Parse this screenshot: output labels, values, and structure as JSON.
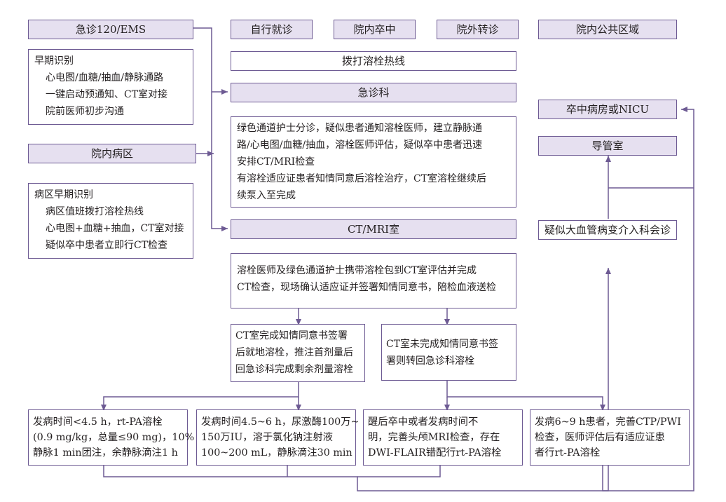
{
  "sources": {
    "ems": "急诊120/EMS",
    "self": "自行就诊",
    "in_stroke": "院内卒中",
    "transfer": "院外转诊",
    "public": "院内公共区域",
    "ward": "院内病区"
  },
  "early_id": {
    "title": "早期识别",
    "items": [
      "心电图/血糖/抽血/静脉通路",
      "一键启动预通知、CT室对接",
      "院前医师初步沟通"
    ]
  },
  "ward_early_id": {
    "title": "病区早期识别",
    "items": [
      "病区值班拨打溶栓热线",
      "心电图+血糖+抽血，CT室对接",
      "疑似卒中患者立即行CT检查"
    ]
  },
  "hotline": "拨打溶栓热线",
  "er": "急诊科",
  "er_detail": [
    "绿色通道护士分诊，疑似患者通知溶栓医师，建立静脉通",
    "路/心电图/血糖/抽血，溶栓医师评估，疑似卒中患者迅速",
    "安排CT/MRI检查",
    "有溶栓适应证患者知情同意后溶栓治疗，CT室溶栓继续后",
    "续泵入至完成"
  ],
  "ct": "CT/MRI室",
  "ct_detail": [
    "溶栓医师及绿色通道护士携带溶栓包到CT室评估并完成",
    "CT检查，现场确认适应证并签署知情同意书，陪检血液送检"
  ],
  "branch_left": [
    "CT室完成知情同意书签署",
    "后就地溶栓，推注首剂量后",
    "回急诊科完成剩余剂量溶栓"
  ],
  "branch_right": [
    "CT室未完成知情同意书签",
    "署则转回急诊科溶栓"
  ],
  "right": {
    "icu": "卒中病房或NICU",
    "cath": "导管室",
    "consult": "疑似大血管病变介入科会诊"
  },
  "bottom": [
    [
      "发病时间<4.5 h，rt-PA溶栓",
      "(0.9 mg/kg，总量≤90 mg)，10%",
      "静脉1 min团注，余静脉滴注1 h"
    ],
    [
      "发病时间4.5~6 h，尿激酶100万~",
      "150万IU，溶于氯化钠注射液",
      "100~200 mL，静脉滴注30 min"
    ],
    [
      "醒后卒中或者发病时间不",
      "明，完善头颅MRI检查，存在",
      "DWI-FLAIR错配行rt-PA溶栓"
    ],
    [
      "发病6~9 h患者，完善CTP/PWI",
      "检查，医师评估后有适应证患",
      "者行rt-PA溶栓"
    ]
  ],
  "colors": {
    "line": "#6d5a93",
    "fill": "#e6e0f0"
  }
}
